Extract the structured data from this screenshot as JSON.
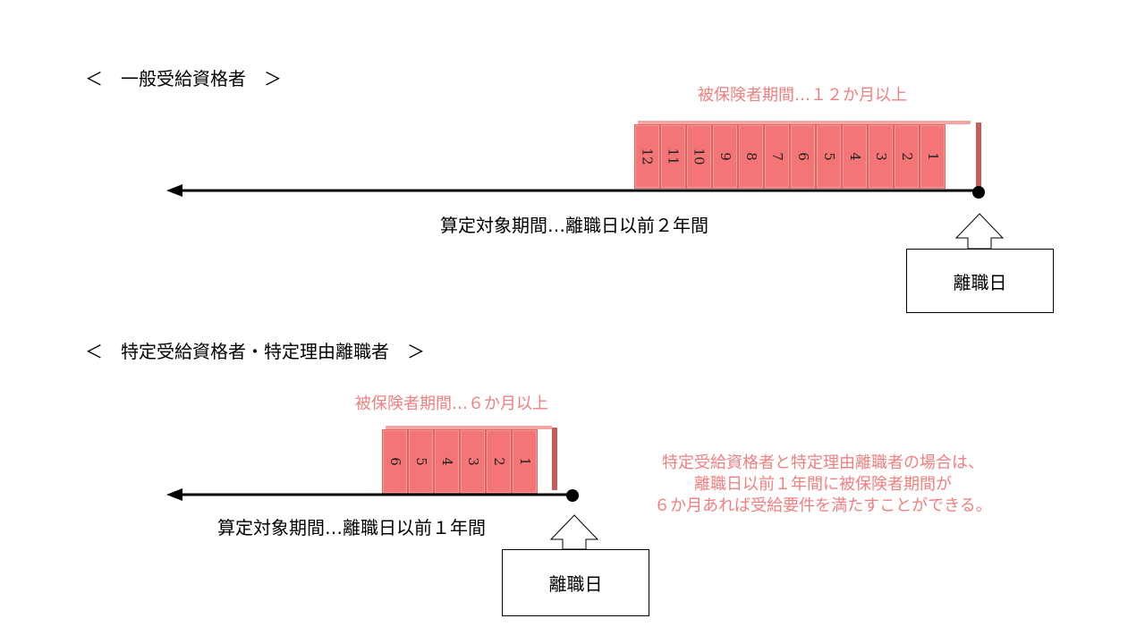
{
  "general": {
    "heading": "＜　一般受給資格者　＞",
    "insured_label": "被保険者期間…１２か月以上",
    "months": [
      "12",
      "11",
      "10",
      "9",
      "8",
      "7",
      "6",
      "5",
      "4",
      "3",
      "2",
      "1"
    ],
    "period_label": "算定対象期間…離職日以前２年間",
    "date_box": "離職日"
  },
  "special": {
    "heading": "＜　特定受給資格者・特定理由離職者　＞",
    "insured_label": "被保険者期間…６か月以上",
    "months": [
      "6",
      "5",
      "4",
      "3",
      "2",
      "1"
    ],
    "period_label": "算定対象期間…離職日以前１年間",
    "date_box": "離職日",
    "note": [
      "特定受給資格者と特定理由離職者の場合は、",
      "離職日以前１年間に被保険者期間が",
      "６か月あれば受給要件を満たすことができる。"
    ]
  },
  "colors": {
    "accent_text": "#F08080",
    "cell_fill": "#F47575"
  }
}
